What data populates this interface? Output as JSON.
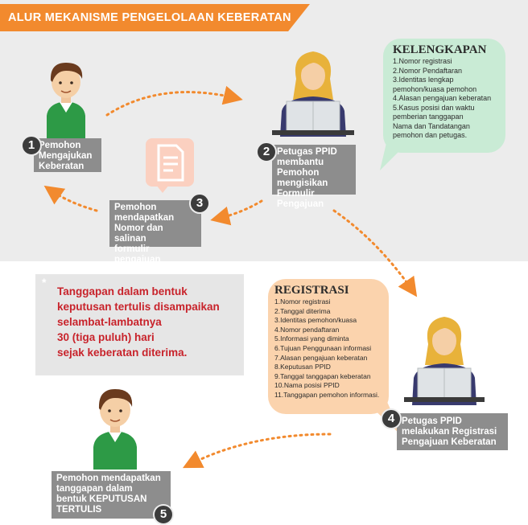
{
  "title": "ALUR MEKANISME PENGELOLAAN KEBERATAN",
  "steps": [
    {
      "number": "1",
      "label": "Pemohon\nMengajukan\nKeberatan"
    },
    {
      "number": "2",
      "label": "Petugas PPID\nmembantu Pemohon\nmengisikan Formulir\nPengajuan"
    },
    {
      "number": "3",
      "label": "Pemohon\nmendapatkan\nNomor dan salinan\nformulir pengajuan"
    },
    {
      "number": "4",
      "label": "Petugas PPID\nmelakukan Registrasi\nPengajuan Keberatan"
    },
    {
      "number": "5",
      "label": "Pemohon mendapatkan\ntanggapan dalam\nbentuk KEPUTUSAN\nTERTULIS"
    }
  ],
  "kelengkapan": {
    "title": "KELENGKAPAN",
    "items": [
      "1.Nomor registrasi",
      "2.Nomor Pendaftaran",
      "3.Identitas lengkap",
      "pemohon/kuasa pemohon",
      "4.Alasan pengajuan keberatan",
      "5.Kasus posisi dan waktu",
      "pemberian tanggapan",
      "Nama dan Tandatangan",
      "pemohon dan petugas."
    ]
  },
  "registrasi": {
    "title": "REGISTRASI",
    "items": [
      "1.Nomor registrasi",
      "2.Tanggal diterima",
      "3.Identitas pemohon/kuasa",
      "4.Nomor pendaftaran",
      "5.Informasi yang diminta",
      "6.Tujuan Penggunaan informasi",
      "7.Alasan pengajuan keberatan",
      "8.Keputusan PPID",
      "9.Tanggal tanggapan keberatan",
      "10.Nama posisi PPID",
      "11.Tanggapan pemohon informasi."
    ]
  },
  "note": {
    "marker": "*",
    "lines": [
      "Tanggapan dalam bentuk",
      "keputusan tertulis disampaikan",
      "selambat-lambatnya",
      "30 (tiga puluh) hari",
      "sejak keberatan diterima."
    ]
  },
  "colors": {
    "accent": "#f28a2e",
    "step_box": "#8d8d8d",
    "kelengkapan_bg": "#c9ebd5",
    "registrasi_bg": "#fbd3ad",
    "note_text": "#c8232b"
  }
}
